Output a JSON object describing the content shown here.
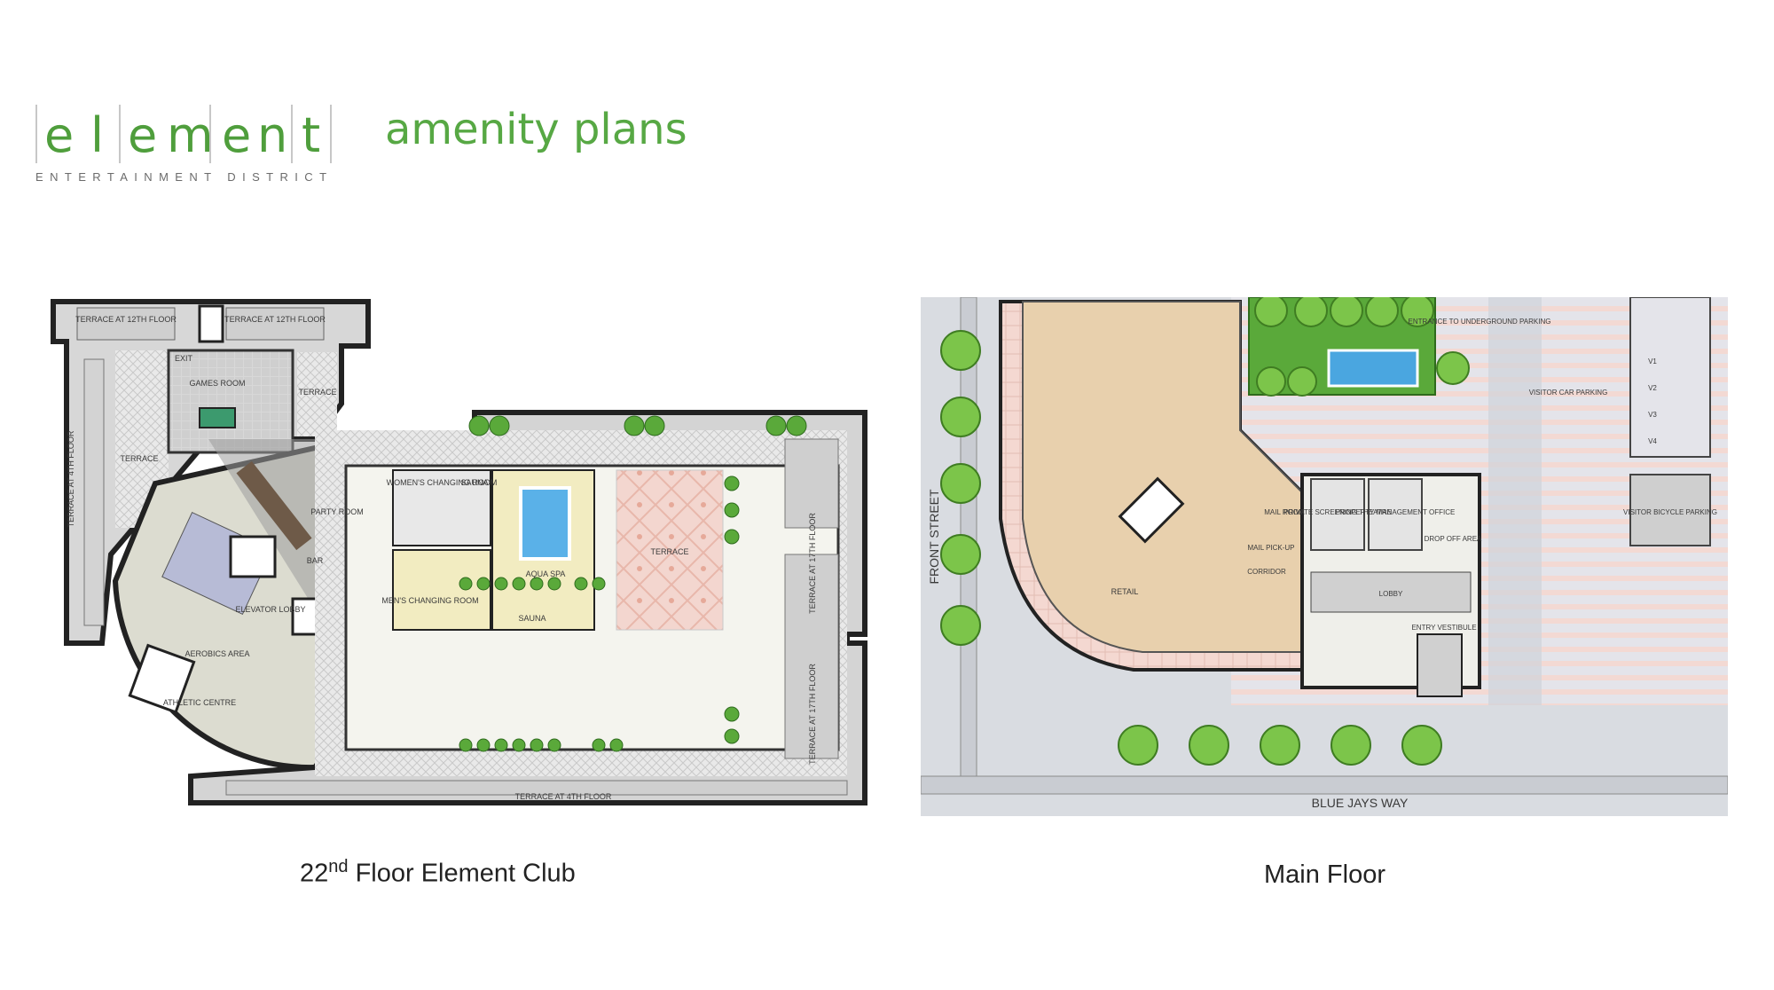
{
  "brand": {
    "letters": [
      "e",
      "l",
      "e",
      "m",
      "e",
      "n",
      "t"
    ],
    "subtitle": "ENTERTAINMENT DISTRICT",
    "color": "#4f9e3c"
  },
  "heading": "amenity plans",
  "plans": {
    "club": {
      "caption_num": "22",
      "caption_sup": "nd",
      "caption_text": " Floor Element Club",
      "labels": {
        "terrace_12_left": "TERRACE AT 12TH FLOOR",
        "terrace_12_right": "TERRACE AT 12TH FLOOR",
        "exit": "EXIT",
        "games_room": "GAMES ROOM",
        "terrace_small": "TERRACE",
        "terrace_left": "TERRACE",
        "terrace_4_left": "TERRACE AT 4TH FLOOR",
        "party_room": "PARTY ROOM",
        "bar": "BAR",
        "elevator_lobby": "ELEVATOR LOBBY",
        "aerobics": "AEROBICS AREA",
        "athletic": "ATHLETIC CENTRE",
        "womens": "WOMEN'S CHANGING ROOM",
        "sauna_top": "SAUNA",
        "mens": "MEN'S CHANGING ROOM",
        "sauna_bottom": "SAUNA",
        "aqua_spa": "AQUA SPA",
        "terrace_main": "TERRACE",
        "terrace_17_top": "TERRACE AT 17TH FLOOR",
        "terrace_17_bottom": "TERRACE AT 17TH FLOOR",
        "terrace_4_bottom": "TERRACE AT 4TH FLOOR"
      }
    },
    "main": {
      "caption": "Main Floor",
      "labels": {
        "front_street": "FRONT STREET",
        "blue_jays_way": "BLUE JAYS WAY",
        "retail": "RETAIL",
        "entrance": "ENTRANCE TO UNDERGROUND PARKING",
        "visitor_car": "VISITOR CAR PARKING",
        "v1": "V1",
        "v2": "V2",
        "v3": "V3",
        "v4": "V4",
        "visitor_bicycle": "VISITOR BICYCLE PARKING",
        "mail_room": "MAIL ROOM",
        "mail_pickup": "MAIL PICK-UP",
        "screening": "PRIVATE SCREENING THEATRE",
        "management": "PROPERTY MANAGEMENT OFFICE",
        "drop_off": "DROP OFF AREA",
        "corridor": "CORRIDOR",
        "lobby": "LOBBY",
        "entry": "ENTRY VESTIBULE"
      }
    }
  }
}
